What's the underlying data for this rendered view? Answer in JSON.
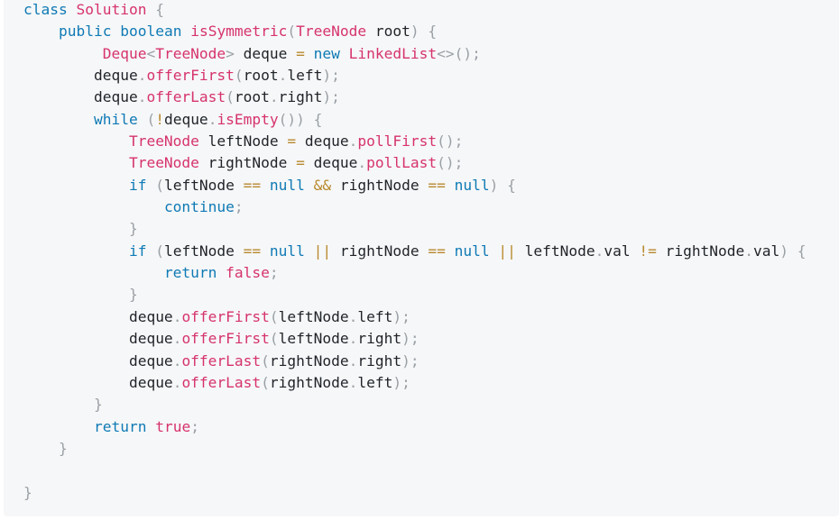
{
  "code": {
    "language": "java",
    "lines": [
      [
        [
          "kw",
          "class"
        ],
        [
          "ws",
          " "
        ],
        [
          "type",
          "Solution"
        ],
        [
          "ws",
          " "
        ],
        [
          "punc",
          "{"
        ]
      ],
      [
        [
          "ws",
          "    "
        ],
        [
          "kw",
          "public"
        ],
        [
          "ws",
          " "
        ],
        [
          "kw",
          "boolean"
        ],
        [
          "ws",
          " "
        ],
        [
          "fn",
          "isSymmetric"
        ],
        [
          "punc",
          "("
        ],
        [
          "type",
          "TreeNode"
        ],
        [
          "ws",
          " "
        ],
        [
          "id",
          "root"
        ],
        [
          "punc",
          ")"
        ],
        [
          "ws",
          " "
        ],
        [
          "punc",
          "{"
        ]
      ],
      [
        [
          "ws",
          "         "
        ],
        [
          "type",
          "Deque"
        ],
        [
          "punc",
          "<"
        ],
        [
          "type",
          "TreeNode"
        ],
        [
          "punc",
          ">"
        ],
        [
          "ws",
          " "
        ],
        [
          "id",
          "deque"
        ],
        [
          "ws",
          " "
        ],
        [
          "op",
          "="
        ],
        [
          "ws",
          " "
        ],
        [
          "kw",
          "new"
        ],
        [
          "ws",
          " "
        ],
        [
          "type",
          "LinkedList"
        ],
        [
          "punc",
          "<>();"
        ]
      ],
      [
        [
          "ws",
          "        "
        ],
        [
          "id",
          "deque"
        ],
        [
          "punc",
          "."
        ],
        [
          "fn",
          "offerFirst"
        ],
        [
          "punc",
          "("
        ],
        [
          "id",
          "root"
        ],
        [
          "punc",
          "."
        ],
        [
          "id",
          "left"
        ],
        [
          "punc",
          ");"
        ]
      ],
      [
        [
          "ws",
          "        "
        ],
        [
          "id",
          "deque"
        ],
        [
          "punc",
          "."
        ],
        [
          "fn",
          "offerLast"
        ],
        [
          "punc",
          "("
        ],
        [
          "id",
          "root"
        ],
        [
          "punc",
          "."
        ],
        [
          "id",
          "right"
        ],
        [
          "punc",
          ");"
        ]
      ],
      [
        [
          "ws",
          "        "
        ],
        [
          "kw",
          "while"
        ],
        [
          "ws",
          " "
        ],
        [
          "punc",
          "("
        ],
        [
          "op",
          "!"
        ],
        [
          "id",
          "deque"
        ],
        [
          "punc",
          "."
        ],
        [
          "fn",
          "isEmpty"
        ],
        [
          "punc",
          "())"
        ],
        [
          "ws",
          " "
        ],
        [
          "punc",
          "{"
        ]
      ],
      [
        [
          "ws",
          "            "
        ],
        [
          "type",
          "TreeNode"
        ],
        [
          "ws",
          " "
        ],
        [
          "id",
          "leftNode"
        ],
        [
          "ws",
          " "
        ],
        [
          "op",
          "="
        ],
        [
          "ws",
          " "
        ],
        [
          "id",
          "deque"
        ],
        [
          "punc",
          "."
        ],
        [
          "fn",
          "pollFirst"
        ],
        [
          "punc",
          "();"
        ]
      ],
      [
        [
          "ws",
          "            "
        ],
        [
          "type",
          "TreeNode"
        ],
        [
          "ws",
          " "
        ],
        [
          "id",
          "rightNode"
        ],
        [
          "ws",
          " "
        ],
        [
          "op",
          "="
        ],
        [
          "ws",
          " "
        ],
        [
          "id",
          "deque"
        ],
        [
          "punc",
          "."
        ],
        [
          "fn",
          "pollLast"
        ],
        [
          "punc",
          "();"
        ]
      ],
      [
        [
          "ws",
          "            "
        ],
        [
          "kw",
          "if"
        ],
        [
          "ws",
          " "
        ],
        [
          "punc",
          "("
        ],
        [
          "id",
          "leftNode"
        ],
        [
          "ws",
          " "
        ],
        [
          "op",
          "=="
        ],
        [
          "ws",
          " "
        ],
        [
          "kw",
          "null"
        ],
        [
          "ws",
          " "
        ],
        [
          "op",
          "&&"
        ],
        [
          "ws",
          " "
        ],
        [
          "id",
          "rightNode"
        ],
        [
          "ws",
          " "
        ],
        [
          "op",
          "=="
        ],
        [
          "ws",
          " "
        ],
        [
          "kw",
          "null"
        ],
        [
          "punc",
          ")"
        ],
        [
          "ws",
          " "
        ],
        [
          "punc",
          "{"
        ]
      ],
      [
        [
          "ws",
          "                "
        ],
        [
          "kw",
          "continue"
        ],
        [
          "punc",
          ";"
        ]
      ],
      [
        [
          "ws",
          "            "
        ],
        [
          "punc",
          "}"
        ]
      ],
      [
        [
          "ws",
          "            "
        ],
        [
          "kw",
          "if"
        ],
        [
          "ws",
          " "
        ],
        [
          "punc",
          "("
        ],
        [
          "id",
          "leftNode"
        ],
        [
          "ws",
          " "
        ],
        [
          "op",
          "=="
        ],
        [
          "ws",
          " "
        ],
        [
          "kw",
          "null"
        ],
        [
          "ws",
          " "
        ],
        [
          "op",
          "||"
        ],
        [
          "ws",
          " "
        ],
        [
          "id",
          "rightNode"
        ],
        [
          "ws",
          " "
        ],
        [
          "op",
          "=="
        ],
        [
          "ws",
          " "
        ],
        [
          "kw",
          "null"
        ],
        [
          "ws",
          " "
        ],
        [
          "op",
          "||"
        ],
        [
          "ws",
          " "
        ],
        [
          "id",
          "leftNode"
        ],
        [
          "punc",
          "."
        ],
        [
          "id",
          "val"
        ],
        [
          "ws",
          " "
        ],
        [
          "op",
          "!="
        ],
        [
          "ws",
          " "
        ],
        [
          "id",
          "rightNode"
        ],
        [
          "punc",
          "."
        ],
        [
          "id",
          "val"
        ],
        [
          "punc",
          ")"
        ],
        [
          "ws",
          " "
        ],
        [
          "punc",
          "{"
        ]
      ],
      [
        [
          "ws",
          "                "
        ],
        [
          "kw",
          "return"
        ],
        [
          "ws",
          " "
        ],
        [
          "lit",
          "false"
        ],
        [
          "punc",
          ";"
        ]
      ],
      [
        [
          "ws",
          "            "
        ],
        [
          "punc",
          "}"
        ]
      ],
      [
        [
          "ws",
          "            "
        ],
        [
          "id",
          "deque"
        ],
        [
          "punc",
          "."
        ],
        [
          "fn",
          "offerFirst"
        ],
        [
          "punc",
          "("
        ],
        [
          "id",
          "leftNode"
        ],
        [
          "punc",
          "."
        ],
        [
          "id",
          "left"
        ],
        [
          "punc",
          ");"
        ]
      ],
      [
        [
          "ws",
          "            "
        ],
        [
          "id",
          "deque"
        ],
        [
          "punc",
          "."
        ],
        [
          "fn",
          "offerFirst"
        ],
        [
          "punc",
          "("
        ],
        [
          "id",
          "leftNode"
        ],
        [
          "punc",
          "."
        ],
        [
          "id",
          "right"
        ],
        [
          "punc",
          ");"
        ]
      ],
      [
        [
          "ws",
          "            "
        ],
        [
          "id",
          "deque"
        ],
        [
          "punc",
          "."
        ],
        [
          "fn",
          "offerLast"
        ],
        [
          "punc",
          "("
        ],
        [
          "id",
          "rightNode"
        ],
        [
          "punc",
          "."
        ],
        [
          "id",
          "right"
        ],
        [
          "punc",
          ");"
        ]
      ],
      [
        [
          "ws",
          "            "
        ],
        [
          "id",
          "deque"
        ],
        [
          "punc",
          "."
        ],
        [
          "fn",
          "offerLast"
        ],
        [
          "punc",
          "("
        ],
        [
          "id",
          "rightNode"
        ],
        [
          "punc",
          "."
        ],
        [
          "id",
          "left"
        ],
        [
          "punc",
          ");"
        ]
      ],
      [
        [
          "ws",
          "        "
        ],
        [
          "punc",
          "}"
        ]
      ],
      [
        [
          "ws",
          "        "
        ],
        [
          "kw",
          "return"
        ],
        [
          "ws",
          " "
        ],
        [
          "lit",
          "true"
        ],
        [
          "punc",
          ";"
        ]
      ],
      [
        [
          "ws",
          "    "
        ],
        [
          "punc",
          "}"
        ]
      ],
      [],
      [
        [
          "punc",
          "}"
        ]
      ]
    ]
  },
  "colors": {
    "background": "#f6f7f8",
    "keyword": "#0f7ab5",
    "type": "#d6336c",
    "literal": "#d6336c",
    "operator": "#b8892e",
    "punctuation": "#9aa0a6",
    "identifier": "#1f2328"
  }
}
